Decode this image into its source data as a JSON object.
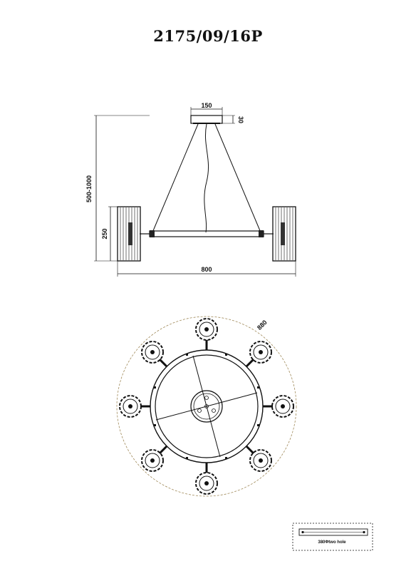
{
  "drawing": {
    "model": "2175/09/16P",
    "side_view": {
      "canopy_width": "150",
      "canopy_height": "30",
      "total_height": "500-1000",
      "shade_height": "250",
      "total_width": "800"
    },
    "top_view": {
      "diameter": "880"
    },
    "mounting_note": "380Φtwo hole"
  }
}
